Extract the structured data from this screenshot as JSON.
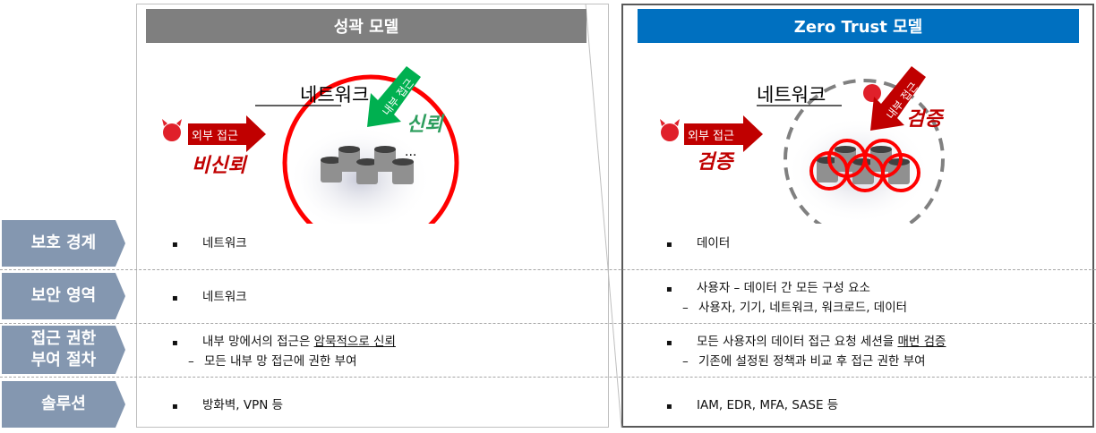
{
  "left_header": "성곽 모델",
  "right_header": "Zero Trust 모델",
  "colors": {
    "left_header": "#7f7f7f",
    "right_header": "#0070c0",
    "row_label": "#8497b0",
    "red": "#c00000",
    "green": "#00b050"
  },
  "left_diagram": {
    "network": "네트워크",
    "external_access": "외부 접근",
    "external_trust": "비신뢰",
    "internal_access": "내부 접근",
    "internal_trust": "신뢰",
    "ellipsis": "..."
  },
  "right_diagram": {
    "network": "네트워크",
    "external_access": "외부 접근",
    "external_trust": "검증",
    "internal_access": "내부 접근",
    "internal_trust": "검증"
  },
  "rows": [
    {
      "label": "보호 경계",
      "left": {
        "main": "네트워크"
      },
      "right": {
        "main": "데이터"
      }
    },
    {
      "label": "보안 영역",
      "left": {
        "main": "네트워크"
      },
      "right": {
        "main": "사용자 – 데이터 간 모든 구성 요소",
        "sub": "사용자, 기기, 네트워크, 워크로드, 데이터"
      }
    },
    {
      "label": "접근 권한\n부여 절차",
      "label_1": "접근 권한",
      "label_2": "부여 절차",
      "left": {
        "main_pre": "내부 망에서의 접근은 ",
        "main_u": "암묵적으로 신뢰",
        "sub": "모든 내부 망 접근에 권한 부여"
      },
      "right": {
        "main_pre": "모든 사용자의 데이터 접근 요청 세션을 ",
        "main_u": "매번 검증",
        "sub": "기존에 설정된 정책과 비교 후 접근 권한 부여"
      }
    },
    {
      "label": "솔루션",
      "left": {
        "main": "방화벽, VPN 등"
      },
      "right": {
        "main": "IAM, EDR, MFA, SASE 등"
      }
    }
  ]
}
